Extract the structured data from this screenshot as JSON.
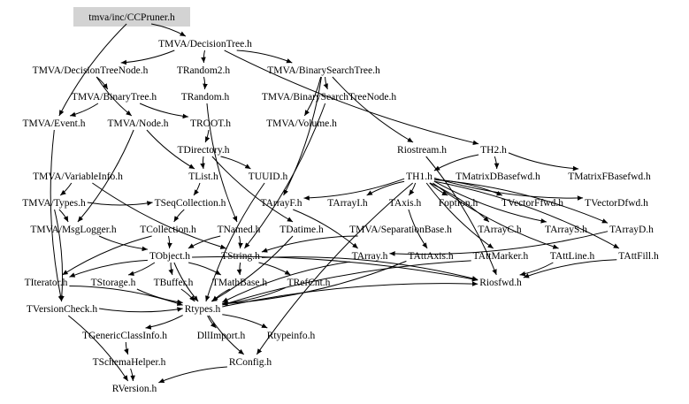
{
  "graph": {
    "root": "tmva/inc/CCPruner.h",
    "nodes": [
      {
        "id": "ccpruner",
        "label": "tmva/inc/CCPruner.h"
      },
      {
        "id": "decisiontree",
        "label": "TMVA/DecisionTree.h"
      },
      {
        "id": "decisiontreenode",
        "label": "TMVA/DecisionTreeNode.h"
      },
      {
        "id": "trandom2",
        "label": "TRandom2.h"
      },
      {
        "id": "binarysearchtree",
        "label": "TMVA/BinarySearchTree.h"
      },
      {
        "id": "binarytree",
        "label": "TMVA/BinaryTree.h"
      },
      {
        "id": "trandom",
        "label": "TRandom.h"
      },
      {
        "id": "bstnode",
        "label": "TMVA/BinarySearchTreeNode.h"
      },
      {
        "id": "event",
        "label": "TMVA/Event.h"
      },
      {
        "id": "node",
        "label": "TMVA/Node.h"
      },
      {
        "id": "troot",
        "label": "TROOT.h"
      },
      {
        "id": "volume",
        "label": "TMVA/Volume.h"
      },
      {
        "id": "tdirectory",
        "label": "TDirectory.h"
      },
      {
        "id": "riostream",
        "label": "Riostream.h"
      },
      {
        "id": "th2",
        "label": "TH2.h"
      },
      {
        "id": "variableinfo",
        "label": "TMVA/VariableInfo.h"
      },
      {
        "id": "tlist",
        "label": "TList.h"
      },
      {
        "id": "tuuid",
        "label": "TUUID.h"
      },
      {
        "id": "th1",
        "label": "TH1.h"
      },
      {
        "id": "tmatrixdbase",
        "label": "TMatrixDBasefwd.h"
      },
      {
        "id": "tmatrixfbase",
        "label": "TMatrixFBasefwd.h"
      },
      {
        "id": "types",
        "label": "TMVA/Types.h"
      },
      {
        "id": "tseqcollection",
        "label": "TSeqCollection.h"
      },
      {
        "id": "tarrayf",
        "label": "TArrayF.h"
      },
      {
        "id": "tarrayi",
        "label": "TArrayI.h"
      },
      {
        "id": "taxis",
        "label": "TAxis.h"
      },
      {
        "id": "foption",
        "label": "Foption.h"
      },
      {
        "id": "tvectorffwd",
        "label": "TVectorFfwd.h"
      },
      {
        "id": "tvectordfwd",
        "label": "TVectorDfwd.h"
      },
      {
        "id": "msglogger",
        "label": "TMVA/MsgLogger.h"
      },
      {
        "id": "tcollection",
        "label": "TCollection.h"
      },
      {
        "id": "tnamed",
        "label": "TNamed.h"
      },
      {
        "id": "tdatime",
        "label": "TDatime.h"
      },
      {
        "id": "separationbase",
        "label": "TMVA/SeparationBase.h"
      },
      {
        "id": "tarrayc",
        "label": "TArrayC.h"
      },
      {
        "id": "tarrays",
        "label": "TArrayS.h"
      },
      {
        "id": "tarrayd",
        "label": "TArrayD.h"
      },
      {
        "id": "tobject",
        "label": "TObject.h"
      },
      {
        "id": "tstring",
        "label": "TString.h"
      },
      {
        "id": "tarray",
        "label": "TArray.h"
      },
      {
        "id": "tattaxis",
        "label": "TAttAxis.h"
      },
      {
        "id": "tattmarker",
        "label": "TAttMarker.h"
      },
      {
        "id": "tattline",
        "label": "TAttLine.h"
      },
      {
        "id": "tattfill",
        "label": "TAttFill.h"
      },
      {
        "id": "titerator",
        "label": "TIterator.h"
      },
      {
        "id": "tstorage",
        "label": "TStorage.h"
      },
      {
        "id": "tbuffer",
        "label": "TBuffer.h"
      },
      {
        "id": "tmathbase",
        "label": "TMathBase.h"
      },
      {
        "id": "trefcnt",
        "label": "TRefCnt.h"
      },
      {
        "id": "riosfwd",
        "label": "Riosfwd.h"
      },
      {
        "id": "tversioncheck",
        "label": "TVersionCheck.h"
      },
      {
        "id": "rtypes",
        "label": "Rtypes.h"
      },
      {
        "id": "tgenericclassinfo",
        "label": "TGenericClassInfo.h"
      },
      {
        "id": "dllimport",
        "label": "DllImport.h"
      },
      {
        "id": "rtypeinfo",
        "label": "Rtypeinfo.h"
      },
      {
        "id": "tschemahelper",
        "label": "TSchemaHelper.h"
      },
      {
        "id": "rconfig",
        "label": "RConfig.h"
      },
      {
        "id": "rversion",
        "label": "RVersion.h"
      }
    ],
    "edges": [
      [
        "ccpruner",
        "decisiontree"
      ],
      [
        "ccpruner",
        "event"
      ],
      [
        "decisiontree",
        "decisiontreenode"
      ],
      [
        "decisiontree",
        "trandom2"
      ],
      [
        "decisiontree",
        "binarysearchtree"
      ],
      [
        "decisiontree",
        "th2"
      ],
      [
        "decisiontreenode",
        "binarytree"
      ],
      [
        "decisiontreenode",
        "node"
      ],
      [
        "trandom2",
        "trandom"
      ],
      [
        "binarysearchtree",
        "bstnode"
      ],
      [
        "binarysearchtree",
        "volume"
      ],
      [
        "binarysearchtree",
        "riostream"
      ],
      [
        "binarysearchtree",
        "tarrayf"
      ],
      [
        "binarytree",
        "troot"
      ],
      [
        "binarytree",
        "event"
      ],
      [
        "trandom",
        "tnamed"
      ],
      [
        "bstnode",
        "tstring"
      ],
      [
        "event",
        "tversioncheck"
      ],
      [
        "node",
        "msglogger"
      ],
      [
        "node",
        "tlist"
      ],
      [
        "troot",
        "tdirectory"
      ],
      [
        "tdirectory",
        "tlist"
      ],
      [
        "tdirectory",
        "tuuid"
      ],
      [
        "tdirectory",
        "tdatime"
      ],
      [
        "riostream",
        "riosfwd"
      ],
      [
        "th2",
        "th1"
      ],
      [
        "th2",
        "tmatrixdbase"
      ],
      [
        "th2",
        "tmatrixfbase"
      ],
      [
        "variableinfo",
        "types"
      ],
      [
        "variableinfo",
        "tstring"
      ],
      [
        "tlist",
        "tseqcollection"
      ],
      [
        "tuuid",
        "rtypes"
      ],
      [
        "th1",
        "tarrayf"
      ],
      [
        "th1",
        "tarrayi"
      ],
      [
        "th1",
        "taxis"
      ],
      [
        "th1",
        "foption"
      ],
      [
        "th1",
        "tvectorffwd"
      ],
      [
        "th1",
        "tvectordfwd"
      ],
      [
        "th1",
        "tarrayc"
      ],
      [
        "th1",
        "tarrays"
      ],
      [
        "th1",
        "tarrayd"
      ],
      [
        "th1",
        "tattline"
      ],
      [
        "th1",
        "tattfill"
      ],
      [
        "th1",
        "tattmarker"
      ],
      [
        "types",
        "msglogger"
      ],
      [
        "types",
        "tseqcollection"
      ],
      [
        "types",
        "tversioncheck"
      ],
      [
        "tseqcollection",
        "tcollection"
      ],
      [
        "tarrayf",
        "tarray"
      ],
      [
        "taxis",
        "tattaxis"
      ],
      [
        "tarrayd",
        "tarray"
      ],
      [
        "msglogger",
        "tobject"
      ],
      [
        "tcollection",
        "tobject"
      ],
      [
        "tcollection",
        "titerator"
      ],
      [
        "tnamed",
        "tstring"
      ],
      [
        "tnamed",
        "tobject"
      ],
      [
        "tdatime",
        "rtypes"
      ],
      [
        "separationbase",
        "tstring"
      ],
      [
        "tobject",
        "tstorage"
      ],
      [
        "tobject",
        "tbuffer"
      ],
      [
        "tobject",
        "tmathbase"
      ],
      [
        "tobject",
        "titerator"
      ],
      [
        "tobject",
        "riosfwd"
      ],
      [
        "tobject",
        "rtypes"
      ],
      [
        "tstring",
        "trefcnt"
      ],
      [
        "tstring",
        "tmathbase"
      ],
      [
        "tstring",
        "riosfwd"
      ],
      [
        "tarray",
        "rtypes"
      ],
      [
        "tattaxis",
        "rtypes"
      ],
      [
        "tattmarker",
        "rtypes"
      ],
      [
        "tattline",
        "riosfwd"
      ],
      [
        "tattfill",
        "riosfwd"
      ],
      [
        "titerator",
        "rtypes"
      ],
      [
        "tstorage",
        "rtypes"
      ],
      [
        "tbuffer",
        "rtypes"
      ],
      [
        "tmathbase",
        "rtypes"
      ],
      [
        "trefcnt",
        "rtypes"
      ],
      [
        "tversioncheck",
        "rtypes"
      ],
      [
        "rtypes",
        "tgenericclassinfo"
      ],
      [
        "rtypes",
        "dllimport"
      ],
      [
        "rtypes",
        "rtypeinfo"
      ],
      [
        "rtypes",
        "rconfig"
      ],
      [
        "rtypes",
        "riosfwd"
      ],
      [
        "tgenericclassinfo",
        "tschemahelper"
      ],
      [
        "tschemahelper",
        "rversion"
      ],
      [
        "rconfig",
        "rversion"
      ],
      [
        "tversioncheck",
        "rversion"
      ],
      [
        "th1",
        "rconfig"
      ]
    ]
  }
}
